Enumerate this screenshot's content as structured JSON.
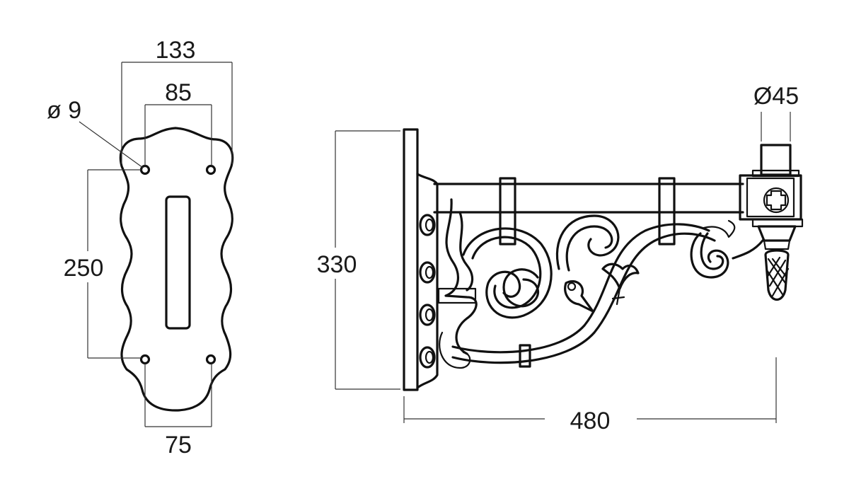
{
  "dimensions": {
    "plate_width": "133",
    "hole_spacing_top": "85",
    "hole_diameter": "ø 9",
    "hole_spacing_vertical": "250",
    "hole_spacing_bottom": "75",
    "bracket_height": "330",
    "bracket_length": "480",
    "tube_diameter": "Ø45"
  }
}
